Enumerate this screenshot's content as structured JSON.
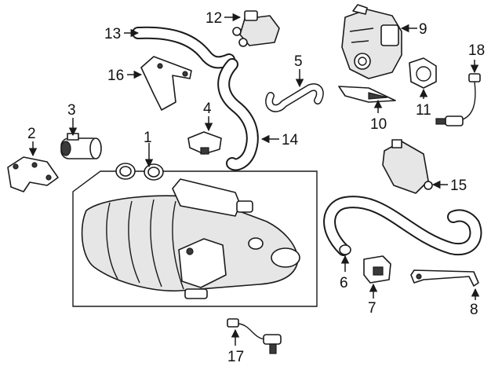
{
  "callouts": [
    {
      "id": "1",
      "label": "1"
    },
    {
      "id": "2",
      "label": "2"
    },
    {
      "id": "3",
      "label": "3"
    },
    {
      "id": "4",
      "label": "4"
    },
    {
      "id": "5",
      "label": "5"
    },
    {
      "id": "6",
      "label": "6"
    },
    {
      "id": "7",
      "label": "7"
    },
    {
      "id": "8",
      "label": "8"
    },
    {
      "id": "9",
      "label": "9"
    },
    {
      "id": "10",
      "label": "10"
    },
    {
      "id": "11",
      "label": "11"
    },
    {
      "id": "12",
      "label": "12"
    },
    {
      "id": "13",
      "label": "13"
    },
    {
      "id": "14",
      "label": "14"
    },
    {
      "id": "15",
      "label": "15"
    },
    {
      "id": "16",
      "label": "16"
    },
    {
      "id": "17",
      "label": "17"
    },
    {
      "id": "18",
      "label": "18"
    }
  ]
}
